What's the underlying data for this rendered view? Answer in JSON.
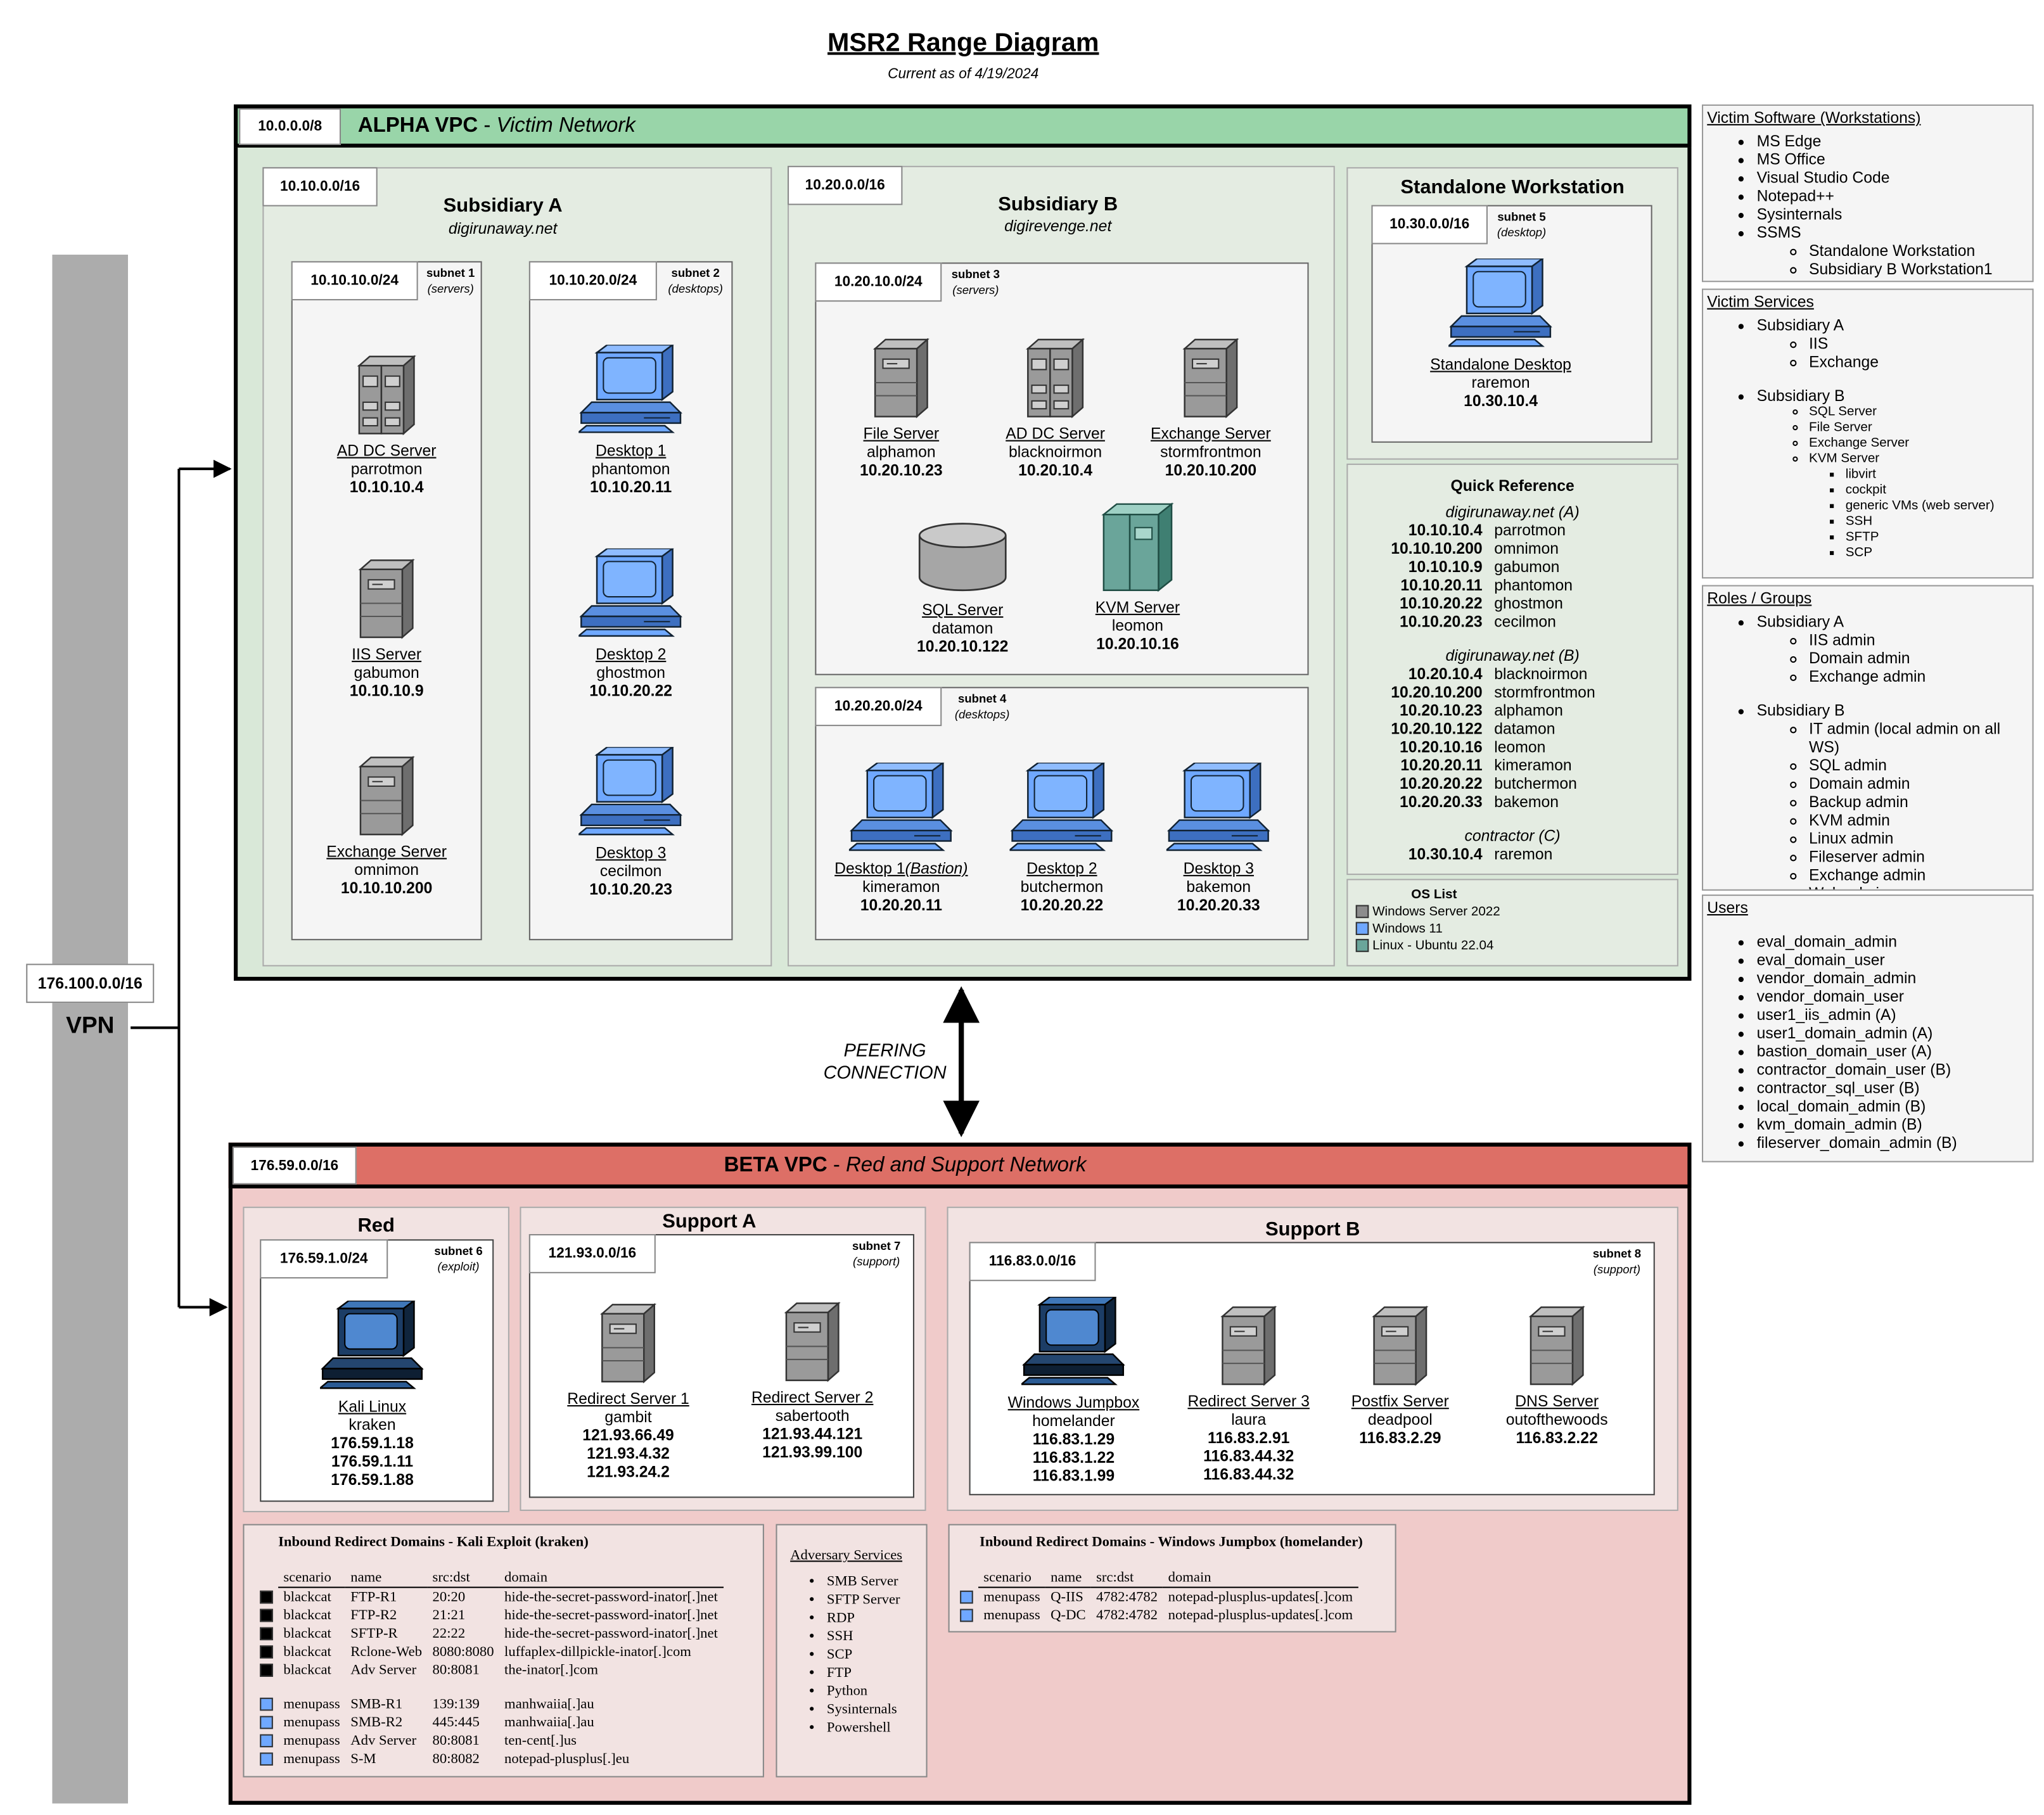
{
  "title": "MSR2 Range Diagram",
  "subtitle": "Current as of 4/19/2024",
  "vpn": {
    "cidr": "176.100.0.0/16",
    "label": "VPN"
  },
  "peering": {
    "line1": "PEERING",
    "line2": "CONNECTION"
  },
  "colors": {
    "alpha_header": "#99d5a9",
    "alpha_body": "#d9e8d8",
    "beta_header": "#dd6f66",
    "beta_body": "#f0cbca",
    "windows_server": "#8c8c8c",
    "windows_11": "#6fa8ff",
    "linux": "#6aa59a"
  },
  "alpha": {
    "cidr": "10.0.0.0/8",
    "name": "ALPHA VPC",
    "sep": " - ",
    "subtitle": "Victim Network",
    "sub_a": {
      "cidr": "10.10.0.0/16",
      "title": "Subsidiary A",
      "domain": "digirunaway.net"
    },
    "sub_b": {
      "cidr": "10.20.0.0/16",
      "title": "Subsidiary B",
      "domain": "digirevenge.net"
    },
    "standalone": {
      "title": "Standalone Workstation"
    },
    "subnets": {
      "s1": {
        "cidr": "10.10.10.0/24",
        "label": "subnet 1",
        "kind": "(servers)"
      },
      "s2": {
        "cidr": "10.10.20.0/24",
        "label": "subnet 2",
        "kind": "(desktops)"
      },
      "s3": {
        "cidr": "10.20.10.0/24",
        "label": "subnet 3",
        "kind": "(servers)"
      },
      "s4": {
        "cidr": "10.20.20.0/24",
        "label": "subnet 4",
        "kind": "(desktops)"
      },
      "s5": {
        "cidr": "10.30.0.0/16",
        "label": "subnet 5",
        "kind": "(desktop)"
      }
    },
    "nodes": {
      "addc_a": {
        "name": "AD DC Server",
        "host": "parrotmon",
        "ip": "10.10.10.4"
      },
      "iis": {
        "name": "IIS Server",
        "host": "gabumon",
        "ip": "10.10.10.9"
      },
      "exch_a": {
        "name": "Exchange Server",
        "host": "omnimon",
        "ip": "10.10.10.200"
      },
      "d1a": {
        "name": "Desktop 1",
        "host": "phantomon",
        "ip": "10.10.20.11"
      },
      "d2a": {
        "name": "Desktop 2",
        "host": "ghostmon",
        "ip": "10.10.20.22"
      },
      "d3a": {
        "name": "Desktop 3",
        "host": "cecilmon",
        "ip": "10.10.20.23"
      },
      "file": {
        "name": "File Server",
        "host": "alphamon",
        "ip": "10.20.10.23"
      },
      "addc_b": {
        "name": "AD DC Server",
        "host": "blacknoirmon",
        "ip": "10.20.10.4"
      },
      "exch_b": {
        "name": "Exchange Server",
        "host": "stormfrontmon",
        "ip": "10.20.10.200"
      },
      "sql": {
        "name": "SQL Server",
        "host": "datamon",
        "ip": "10.20.10.122"
      },
      "kvm": {
        "name": "KVM Server",
        "host": "leomon",
        "ip": "10.20.10.16"
      },
      "d1b": {
        "name": "Desktop 1",
        "name2": "(Bastion)",
        "host": "kimeramon",
        "ip": "10.20.20.11"
      },
      "d2b": {
        "name": "Desktop 2",
        "host": "butchermon",
        "ip": "10.20.20.22"
      },
      "d3b": {
        "name": "Desktop 3",
        "host": "bakemon",
        "ip": "10.20.20.33"
      },
      "sa": {
        "name": "Standalone Desktop",
        "host": "raremon",
        "ip": "10.30.10.4"
      }
    },
    "quick_ref": {
      "title": "Quick Reference",
      "groups": [
        {
          "name": "digirunaway.net (A)",
          "rows": [
            [
              "10.10.10.4",
              "parrotmon"
            ],
            [
              "10.10.10.200",
              "omnimon"
            ],
            [
              "10.10.10.9",
              "gabumon"
            ],
            [
              "10.10.20.11",
              "phantomon"
            ],
            [
              "10.10.20.22",
              "ghostmon"
            ],
            [
              "10.10.20.23",
              "cecilmon"
            ]
          ]
        },
        {
          "name": "digirunaway.net (B)",
          "rows": [
            [
              "10.20.10.4",
              "blacknoirmon"
            ],
            [
              "10.20.10.200",
              "stormfrontmon"
            ],
            [
              "10.20.10.23",
              "alphamon"
            ],
            [
              "10.20.10.122",
              "datamon"
            ],
            [
              "10.20.10.16",
              "leomon"
            ],
            [
              "10.20.20.11",
              "kimeramon"
            ],
            [
              "10.20.20.22",
              "butchermon"
            ],
            [
              "10.20.20.33",
              "bakemon"
            ]
          ]
        },
        {
          "name": "contractor (C)",
          "rows": [
            [
              "10.30.10.4",
              "raremon"
            ]
          ]
        }
      ]
    },
    "os_list": {
      "title": "OS List",
      "items": [
        "Windows Server 2022",
        "Windows 11",
        "Linux - Ubuntu 22.04"
      ]
    }
  },
  "beta": {
    "cidr": "176.59.0.0/16",
    "name": "BETA VPC",
    "sep": " - ",
    "subtitle": "Red and Support Network",
    "red": {
      "title": "Red",
      "cidr": "176.59.1.0/24",
      "label": "subnet 6",
      "kind": "(exploit)"
    },
    "support_a": {
      "title": "Support A",
      "cidr": "121.93.0.0/16",
      "label": "subnet 7",
      "kind": "(support)"
    },
    "support_b": {
      "title": "Support B",
      "cidr": "116.83.0.0/16",
      "label": "subnet 8",
      "kind": "(support)"
    },
    "nodes": {
      "kali": {
        "name": "Kali Linux",
        "host": "kraken",
        "ips": [
          "176.59.1.18",
          "176.59.1.11",
          "176.59.1.88"
        ]
      },
      "r1": {
        "name": "Redirect Server 1",
        "host": "gambit",
        "ips": [
          "121.93.66.49",
          "121.93.4.32",
          "121.93.24.2"
        ]
      },
      "r2": {
        "name": "Redirect Server 2",
        "host": "sabertooth",
        "ips": [
          "121.93.44.121",
          "121.93.99.100"
        ]
      },
      "wj": {
        "name": "Windows Jumpbox",
        "host": "homelander",
        "ips": [
          "116.83.1.29",
          "116.83.1.22",
          "116.83.1.99"
        ]
      },
      "r3": {
        "name": "Redirect Server 3",
        "host": "laura",
        "ips": [
          "116.83.2.91",
          "116.83.44.32",
          "116.83.44.32"
        ]
      },
      "pf": {
        "name": "Postfix Server",
        "host": "deadpool",
        "ips": [
          "116.83.2.29"
        ]
      },
      "dns": {
        "name": "DNS Server",
        "host": "outofthewoods",
        "ips": [
          "116.83.2.22"
        ]
      }
    },
    "kali_redirects": {
      "title": "Inbound Redirect Domains - Kali Exploit (kraken)",
      "headers": [
        "scenario",
        "name",
        "src:dst",
        "domain"
      ],
      "rows": [
        [
          "blackcat",
          "FTP-R1",
          "20:20",
          "hide-the-secret-password-inator[.]net",
          "#000000"
        ],
        [
          "blackcat",
          "FTP-R2",
          "21:21",
          "hide-the-secret-password-inator[.]net",
          "#000000"
        ],
        [
          "blackcat",
          "SFTP-R",
          "22:22",
          "hide-the-secret-password-inator[.]net",
          "#000000"
        ],
        [
          "blackcat",
          "Rclone-Web",
          "8080:8080",
          "luffaplex-dillpickle-inator[.]com",
          "#000000"
        ],
        [
          "blackcat",
          "Adv Server",
          "80:8081",
          "the-inator[.]com",
          "#000000"
        ],
        [
          "menupass",
          "SMB-R1",
          "139:139",
          "manhwaiia[.]au",
          "#6fa8ff"
        ],
        [
          "menupass",
          "SMB-R2",
          "445:445",
          "manhwaiia[.]au",
          "#6fa8ff"
        ],
        [
          "menupass",
          "Adv Server",
          "80:8081",
          "ten-cent[.]us",
          "#6fa8ff"
        ],
        [
          "menupass",
          "S-M",
          "80:8082",
          "notepad-plusplus[.]eu",
          "#6fa8ff"
        ]
      ]
    },
    "adversary": {
      "title": "Adversary Services",
      "items": [
        "SMB Server",
        "SFTP Server",
        "RDP",
        "SSH",
        "SCP",
        "FTP",
        "Python",
        "Sysinternals",
        "Powershell"
      ]
    },
    "jump_redirects": {
      "title": "Inbound Redirect Domains - Windows Jumpbox (homelander)",
      "headers": [
        "scenario",
        "name",
        "src:dst",
        "domain"
      ],
      "rows": [
        [
          "menupass",
          "Q-IIS",
          "4782:4782",
          "notepad-plusplus-updates[.]com",
          "#6fa8ff"
        ],
        [
          "menupass",
          "Q-DC",
          "4782:4782",
          "notepad-plusplus-updates[.]com",
          "#6fa8ff"
        ]
      ]
    }
  },
  "side": {
    "software": {
      "title": "Victim Software (Workstations)",
      "items": [
        "MS Edge",
        "MS Office",
        "Visual Studio Code",
        "Notepad++",
        "Sysinternals",
        "SSMS"
      ],
      "ssms_sub": [
        "Standalone Workstation",
        "Subsidiary B Workstation1"
      ]
    },
    "services": {
      "title": "Victim Services",
      "a": "Subsidiary A",
      "a_items": [
        "IIS",
        "Exchange"
      ],
      "b": "Subsidiary B",
      "b_items": [
        "SQL Server",
        "File Server",
        "Exchange Server",
        "KVM Server"
      ],
      "kvm_items": [
        "libvirt",
        "cockpit",
        "generic VMs (web server)",
        "SSH",
        "SFTP",
        "SCP"
      ]
    },
    "roles": {
      "title": "Roles / Groups",
      "a": "Subsidiary A",
      "a_items": [
        "IIS admin",
        "Domain admin",
        "Exchange admin"
      ],
      "b": "Subsidiary B",
      "b_items": [
        "IT admin (local admin on all WS)",
        "SQL admin",
        "Domain admin",
        "Backup admin",
        "KVM admin",
        "Linux admin",
        "Fileserver admin",
        "Exchange admin",
        "Web admin"
      ]
    },
    "users": {
      "title": "Users",
      "items": [
        "eval_domain_admin",
        "eval_domain_user",
        "vendor_domain_admin",
        "vendor_domain_user",
        "user1_iis_admin (A)",
        "user1_domain_admin (A)",
        "bastion_domain_user (A)",
        "contractor_domain_user (B)",
        "contractor_sql_user (B)",
        "local_domain_admin (B)",
        "kvm_domain_admin (B)",
        "fileserver_domain_admin (B)"
      ]
    }
  }
}
